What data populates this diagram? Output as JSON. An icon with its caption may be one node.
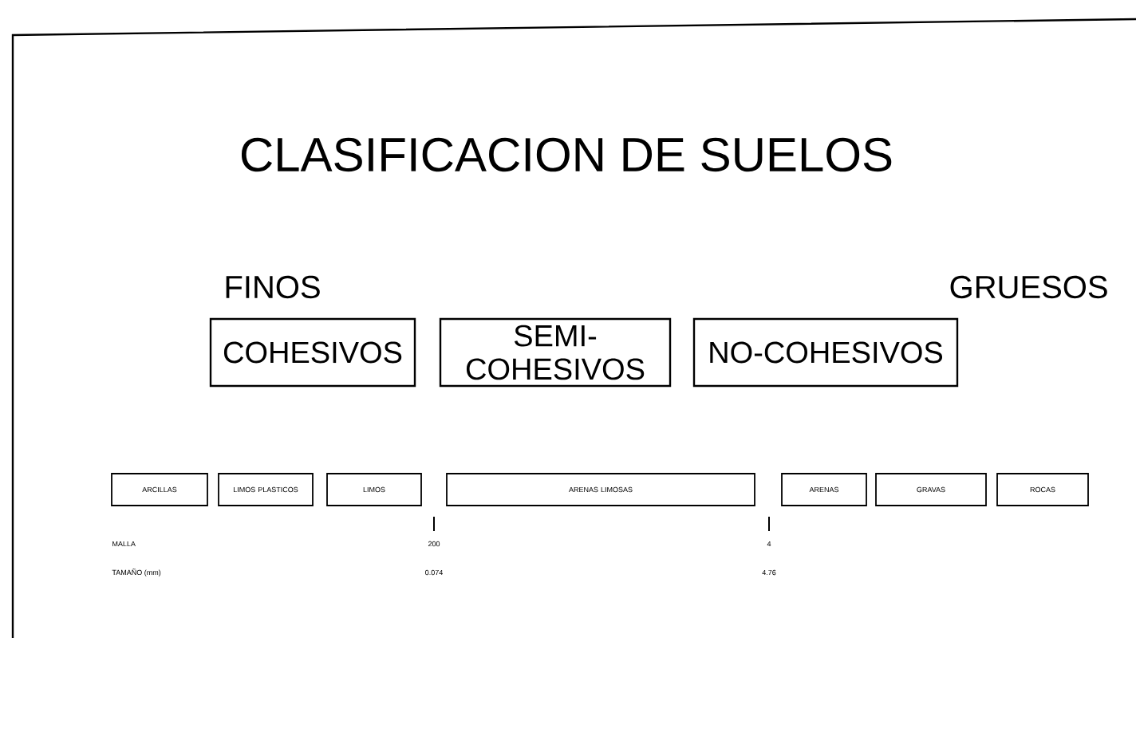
{
  "diagram": {
    "title": "CLASIFICACION DE SUELOS",
    "nodes": [
      {
        "text": [
          "COHESIVOS"
        ]
      },
      {
        "text": [
          "SEMI-COHESIVOS"
        ]
      },
      {
        "text": [
          "NO-COHESIVOS"
        ]
      },
      {
        "text": [
          "ARCILLAS"
        ]
      },
      {
        "text": [
          "LIMOS PLASTICOS"
        ]
      },
      {
        "text": [
          "LIMOS"
        ]
      },
      {
        "text": [
          "ARENAS LIMOSAS"
        ]
      },
      {
        "text": [
          "ARENAS"
        ]
      },
      {
        "text": [
          "GRAVAS"
        ]
      },
      {
        "text": [
          "ROCAS"
        ]
      }
    ],
    "labels": [
      "FINOS",
      "GRUESOS",
      "MALLA",
      "200",
      "4",
      "TAMAÑO (mm)",
      "0.074",
      "4.76"
    ]
  }
}
